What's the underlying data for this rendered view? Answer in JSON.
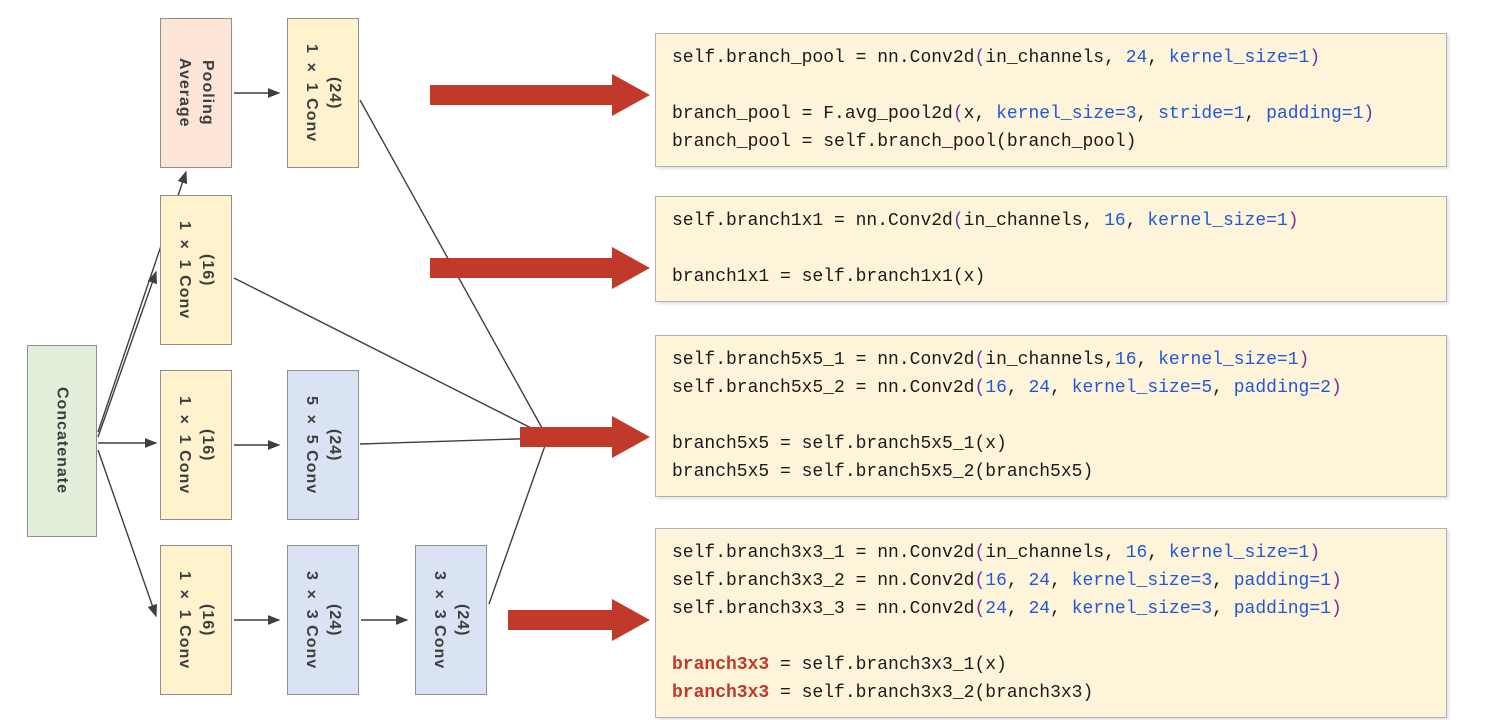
{
  "colors": {
    "arrow_red": "#c0392b",
    "code_black": "#1a1a1a",
    "code_blue": "#2157d8",
    "code_purple": "#7030a0",
    "code_red_bold": "#c0392b",
    "box_green": "#e2efda",
    "box_peach": "#fce4d6",
    "box_yellow": "#fff2cc",
    "box_blue": "#dae3f3",
    "code_background": "#fdf4da"
  },
  "diagram": {
    "nodes": [
      {
        "id": "concatenate",
        "label": "Concatenate"
      },
      {
        "id": "average-pooling",
        "line1": "Average",
        "line2": "Pooling"
      },
      {
        "id": "conv-1x1-24",
        "line1": "1 × 1 Conv",
        "line2": "(24)"
      },
      {
        "id": "conv-1x1-16-branch1x1",
        "line1": "1 × 1 Conv",
        "line2": "(16)"
      },
      {
        "id": "conv-1x1-16-branch5x5",
        "line1": "1 × 1 Conv",
        "line2": "(16)"
      },
      {
        "id": "conv-5x5-24",
        "line1": "5 × 5 Conv",
        "line2": "(24)"
      },
      {
        "id": "conv-1x1-16-branch3x3",
        "line1": "1 × 1 Conv",
        "line2": "(16)"
      },
      {
        "id": "conv-3x3-24-a",
        "line1": "3 × 3 Conv",
        "line2": "(24)"
      },
      {
        "id": "conv-3x3-24-b",
        "line1": "3 × 3 Conv",
        "line2": "(24)"
      }
    ]
  },
  "code_blocks": [
    {
      "name": "branch_pool",
      "lines": [
        [
          {
            "t": "self.branch_pool = nn.Conv2d",
            "c": "k"
          },
          {
            "t": "(",
            "c": "p"
          },
          {
            "t": "in_channels, ",
            "c": "k"
          },
          {
            "t": "24",
            "c": "b"
          },
          {
            "t": ", ",
            "c": "k"
          },
          {
            "t": "kernel_size=1",
            "c": "b"
          },
          {
            "t": ")",
            "c": "p"
          }
        ],
        [],
        [
          {
            "t": "branch_pool = F.avg_pool2d",
            "c": "k"
          },
          {
            "t": "(",
            "c": "p"
          },
          {
            "t": "x, ",
            "c": "k"
          },
          {
            "t": "kernel_size=3",
            "c": "b"
          },
          {
            "t": ", ",
            "c": "k"
          },
          {
            "t": "stride=1",
            "c": "b"
          },
          {
            "t": ", ",
            "c": "k"
          },
          {
            "t": "padding=1",
            "c": "b"
          },
          {
            "t": ")",
            "c": "p"
          }
        ],
        [
          {
            "t": "branch_pool = self.branch_pool(branch_pool)",
            "c": "k"
          }
        ]
      ]
    },
    {
      "name": "branch1x1",
      "lines": [
        [
          {
            "t": "self.branch1x1 = nn.Conv2d",
            "c": "k"
          },
          {
            "t": "(",
            "c": "p"
          },
          {
            "t": "in_channels, ",
            "c": "k"
          },
          {
            "t": "16",
            "c": "b"
          },
          {
            "t": ", ",
            "c": "k"
          },
          {
            "t": "kernel_size=1",
            "c": "b"
          },
          {
            "t": ")",
            "c": "p"
          }
        ],
        [],
        [
          {
            "t": "branch1x1 = self.branch1x1(x)",
            "c": "k"
          }
        ]
      ]
    },
    {
      "name": "branch5x5",
      "lines": [
        [
          {
            "t": "self.branch5x5_1 = nn.Conv2d",
            "c": "k"
          },
          {
            "t": "(",
            "c": "p"
          },
          {
            "t": "in_channels,",
            "c": "k"
          },
          {
            "t": "16",
            "c": "b"
          },
          {
            "t": ", ",
            "c": "k"
          },
          {
            "t": "kernel_size=1",
            "c": "b"
          },
          {
            "t": ")",
            "c": "p"
          }
        ],
        [
          {
            "t": "self.branch5x5_2 = nn.Conv2d",
            "c": "k"
          },
          {
            "t": "(",
            "c": "p"
          },
          {
            "t": "16",
            "c": "b"
          },
          {
            "t": ", ",
            "c": "k"
          },
          {
            "t": "24",
            "c": "b"
          },
          {
            "t": ", ",
            "c": "k"
          },
          {
            "t": "kernel_size=5",
            "c": "b"
          },
          {
            "t": ", ",
            "c": "k"
          },
          {
            "t": "padding=2",
            "c": "b"
          },
          {
            "t": ")",
            "c": "p"
          }
        ],
        [],
        [
          {
            "t": "branch5x5 = self.branch5x5_1(x)",
            "c": "k"
          }
        ],
        [
          {
            "t": "branch5x5 = self.branch5x5_2(branch5x5)",
            "c": "k"
          }
        ]
      ]
    },
    {
      "name": "branch3x3",
      "lines": [
        [
          {
            "t": "self.branch3x3_1 = nn.Conv2d",
            "c": "k"
          },
          {
            "t": "(",
            "c": "p"
          },
          {
            "t": "in_channels, ",
            "c": "k"
          },
          {
            "t": "16",
            "c": "b"
          },
          {
            "t": ", ",
            "c": "k"
          },
          {
            "t": "kernel_size=1",
            "c": "b"
          },
          {
            "t": ")",
            "c": "p"
          }
        ],
        [
          {
            "t": "self.branch3x3_2 = nn.Conv2d",
            "c": "k"
          },
          {
            "t": "(",
            "c": "p"
          },
          {
            "t": "16",
            "c": "b"
          },
          {
            "t": ", ",
            "c": "k"
          },
          {
            "t": "24",
            "c": "b"
          },
          {
            "t": ", ",
            "c": "k"
          },
          {
            "t": "kernel_size=3",
            "c": "b"
          },
          {
            "t": ", ",
            "c": "k"
          },
          {
            "t": "padding=1",
            "c": "b"
          },
          {
            "t": ")",
            "c": "p"
          }
        ],
        [
          {
            "t": "self.branch3x3_3 = nn.Conv2d",
            "c": "k"
          },
          {
            "t": "(",
            "c": "p"
          },
          {
            "t": "24",
            "c": "b"
          },
          {
            "t": ", ",
            "c": "k"
          },
          {
            "t": "24",
            "c": "b"
          },
          {
            "t": ", ",
            "c": "k"
          },
          {
            "t": "kernel_size=3",
            "c": "b"
          },
          {
            "t": ", ",
            "c": "k"
          },
          {
            "t": "padding=1",
            "c": "b"
          },
          {
            "t": ")",
            "c": "p"
          }
        ],
        [],
        [
          {
            "t": "branch3x3",
            "c": "r"
          },
          {
            "t": " = self.branch3x3_1(x)",
            "c": "k"
          }
        ],
        [
          {
            "t": "branch3x3",
            "c": "r"
          },
          {
            "t": " = self.branch3x3_2(branch3x3)",
            "c": "k"
          }
        ]
      ]
    }
  ]
}
